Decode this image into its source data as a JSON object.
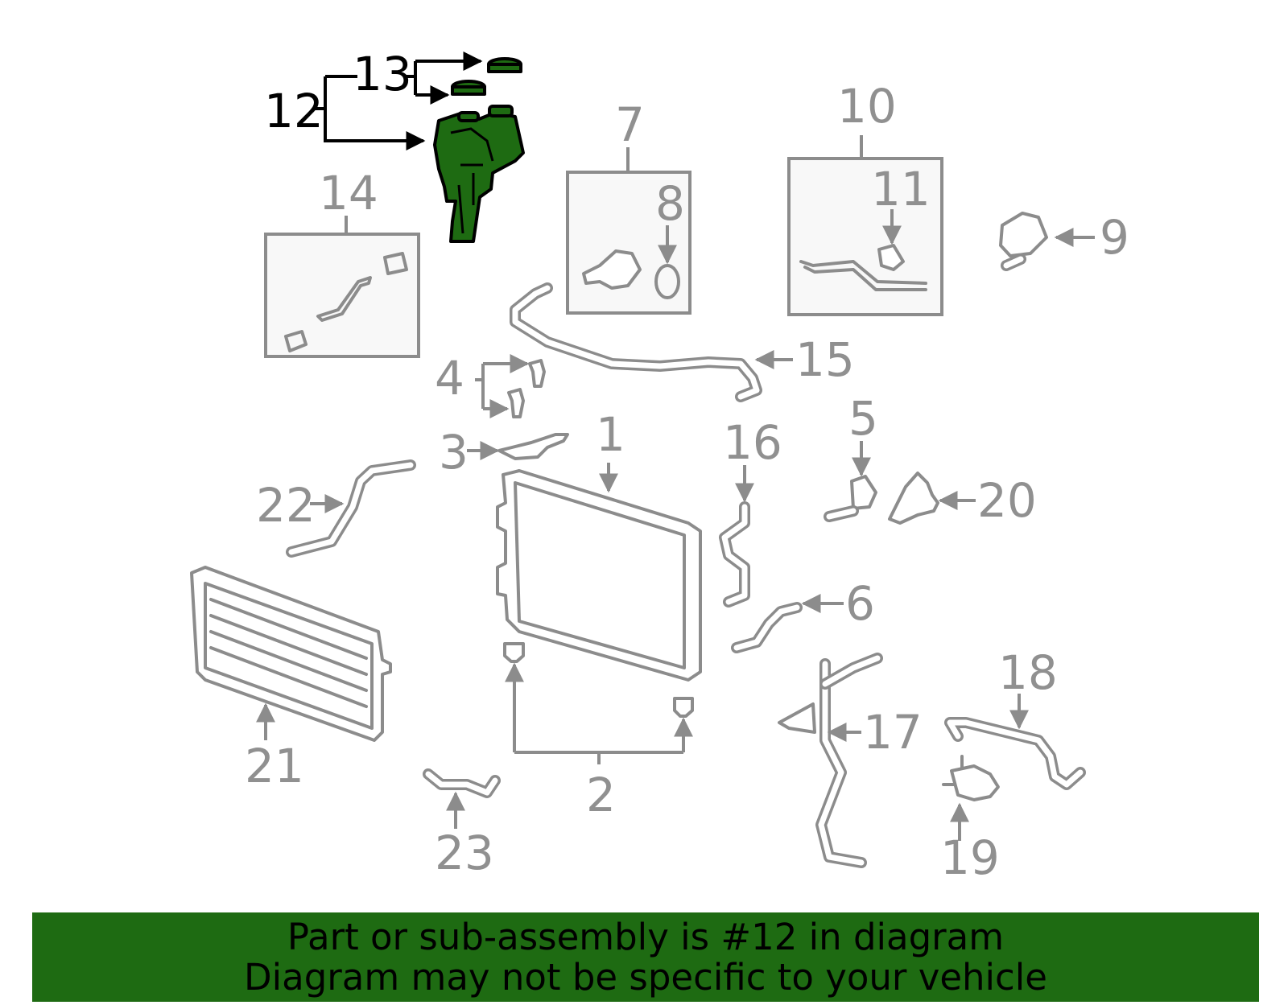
{
  "diagram": {
    "highlighted_part": "12",
    "highlight_color": "#1e6b12",
    "callouts": {
      "c1": "1",
      "c2": "2",
      "c3": "3",
      "c4": "4",
      "c5": "5",
      "c6": "6",
      "c7": "7",
      "c8": "8",
      "c9": "9",
      "c10": "10",
      "c11": "11",
      "c12": "12",
      "c13": "13",
      "c14": "14",
      "c15": "15",
      "c16": "16",
      "c17": "17",
      "c18": "18",
      "c19": "19",
      "c20": "20",
      "c21": "21",
      "c22": "22",
      "c23": "23"
    }
  },
  "footer": {
    "line1": "Part or sub-assembly is #12 in diagram",
    "line2": "Diagram may not be specific to your vehicle",
    "background": "#1e6b12"
  }
}
